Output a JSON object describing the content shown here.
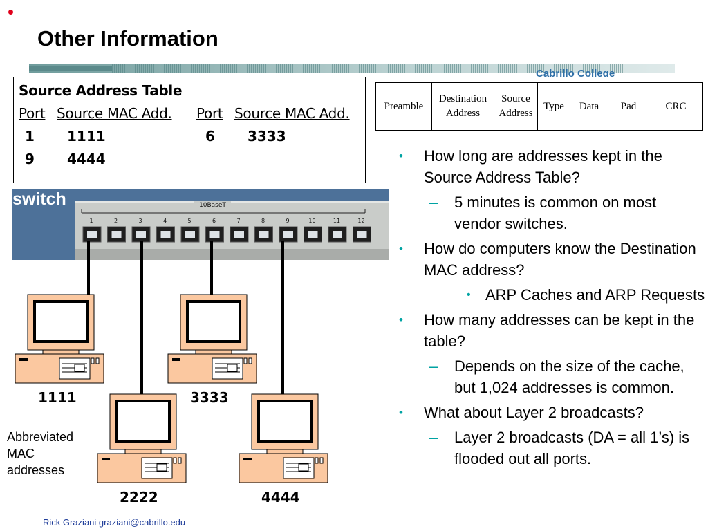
{
  "slide": {
    "title": "Other Information",
    "banner_text": "Cabrillo College",
    "footer": "Rick Graziani  graziani@cabrillo.edu"
  },
  "source_address_table": {
    "title": "Source Address Table",
    "headers": [
      "Port",
      "Source MAC Add.",
      "Port",
      "Source MAC Add."
    ],
    "rows": [
      {
        "port_a": "1",
        "mac_a": "1111",
        "port_b": "6",
        "mac_b": "3333"
      },
      {
        "port_a": "9",
        "mac_a": "4444",
        "port_b": "",
        "mac_b": ""
      }
    ]
  },
  "ethernet_frame": {
    "fields": [
      "Preamble",
      "Destination\nAddress",
      "Source\nAddress",
      "Type",
      "Data",
      "Pad",
      "CRC"
    ]
  },
  "switch": {
    "label": "switch",
    "media": "10BaseT",
    "ports": [
      "1",
      "2",
      "3",
      "4",
      "5",
      "6",
      "7",
      "8",
      "9",
      "10",
      "11",
      "12"
    ]
  },
  "computers": [
    {
      "mac": "1111"
    },
    {
      "mac": "3333"
    },
    {
      "mac": "2222"
    },
    {
      "mac": "4444"
    }
  ],
  "annotation": "Abbreviated MAC addresses",
  "bullets": [
    {
      "level": 1,
      "text": "How long are addresses kept in the Source Address Table?"
    },
    {
      "level": 2,
      "text": "5 minutes is common on most vendor switches."
    },
    {
      "level": 1,
      "text": "How do computers know the Destination MAC address?"
    },
    {
      "level": 3,
      "text": "ARP Caches and ARP Requests"
    },
    {
      "level": 1,
      "text": "How many addresses can be kept in the table?"
    },
    {
      "level": 2,
      "text": "Depends on the size of the cache, but 1,024 addresses is common."
    },
    {
      "level": 1,
      "text": "What about Layer 2 broadcasts?"
    },
    {
      "level": 2,
      "text": "Layer 2 broadcasts (DA = all 1’s) is flooded out all ports."
    }
  ]
}
